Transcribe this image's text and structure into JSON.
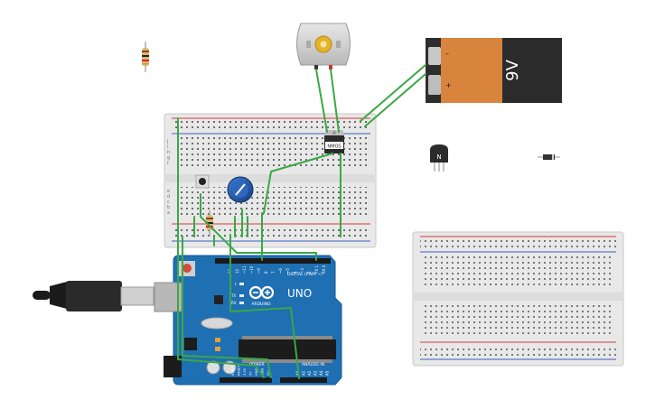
{
  "battery": {
    "label": "9V",
    "minus": "–",
    "plus": "+"
  },
  "transistor_small": {
    "label": "N"
  },
  "mosfet": {
    "label": "NMOS"
  },
  "arduino": {
    "brand": "ARDUINO",
    "model": "UNO",
    "digital_label": "DIGITAL (PWM ~)",
    "analog_label": "ANALOG IN",
    "power_label": "POWER",
    "led_l": "L",
    "led_tx": "TX",
    "led_rx": "RX",
    "aref": "AREF",
    "gnd": "GND",
    "digital_pins": [
      "13",
      "12",
      "~11",
      "~10",
      "~9",
      "8",
      "7",
      "~6",
      "~5",
      "4",
      "~3",
      "2",
      "TX 1",
      "RX 0"
    ],
    "analog_pins": [
      "A0",
      "A1",
      "A2",
      "A3",
      "A4",
      "A5"
    ],
    "power_pins": [
      "IOREF",
      "RESET",
      "3.3V",
      "5V",
      "GND",
      "GND",
      "Vin"
    ]
  },
  "breadboard_rows": [
    "j",
    "i",
    "h",
    "g",
    "f",
    "e",
    "d",
    "c",
    "b",
    "a"
  ],
  "colors": {
    "wire": "#3aa845",
    "board": "#1f6fb3",
    "breadboard": "#e9e9e9",
    "rail_red": "#d33b3b",
    "rail_blue": "#3a5fbf",
    "battery_orange": "#d9843d",
    "battery_black": "#2b2b2b"
  }
}
